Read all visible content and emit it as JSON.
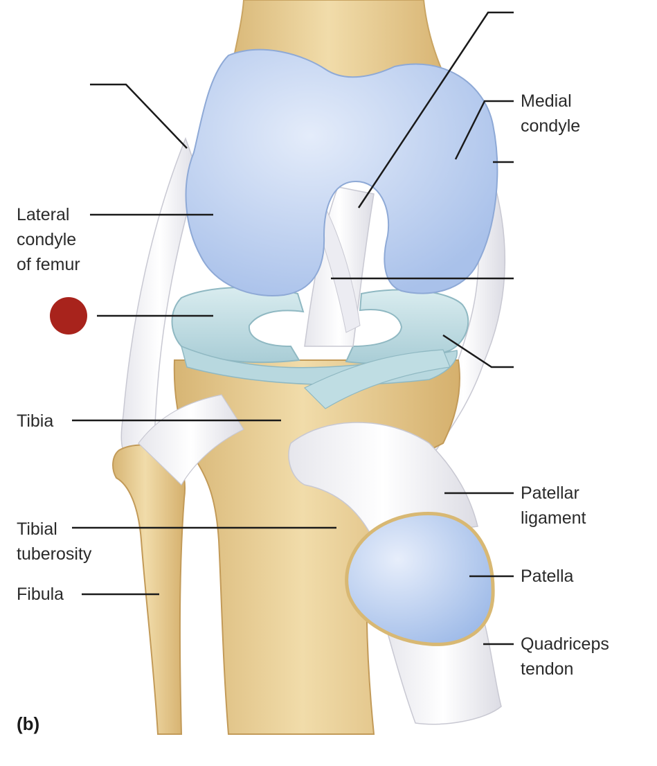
{
  "figure_label": "(b)",
  "labels": {
    "medial_condyle": [
      "Medial",
      "condyle"
    ],
    "lateral_condyle": [
      "Lateral",
      "condyle",
      "of femur"
    ],
    "tibia": [
      "Tibia"
    ],
    "tibial_tuberosity": [
      "Tibial",
      "tuberosity"
    ],
    "fibula": [
      "Fibula"
    ],
    "patellar_ligament": [
      "Patellar",
      "ligament"
    ],
    "patella": [
      "Patella"
    ],
    "quadriceps_tendon": [
      "Quadriceps",
      "tendon"
    ]
  },
  "colors": {
    "marker": "#a8231c",
    "cartilage": "#b9cdee",
    "meniscus": "#c6e0e6",
    "bone": "#e8cf98",
    "ligament": "#f2f2f5",
    "leader_line": "#1a1a1a"
  }
}
